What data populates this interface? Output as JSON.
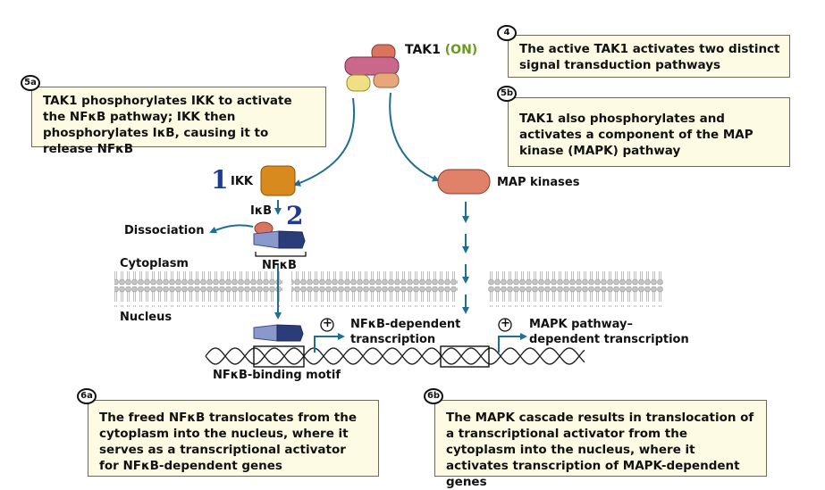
{
  "tak1": {
    "name": "TAK1",
    "state": "(ON)"
  },
  "step_4": {
    "badge": "4",
    "text": "The active TAK1 activates two distinct signal transduction pathways"
  },
  "step_5a": {
    "badge": "5a",
    "text": "TAK1 phosphorylates IKK to activate the NFκB pathway; IKK then phosphorylates IκB, causing it to release NFκB"
  },
  "step_5b": {
    "badge": "5b",
    "text": "TAK1 also phosphorylates and activates a component of the MAP kinase (MAPK) pathway"
  },
  "step_6a": {
    "badge": "6a",
    "text": "The freed NFκB translocates from the cytoplasm into the nucleus, where it serves as a transcriptional activator for NFκB-dependent genes"
  },
  "step_6b": {
    "badge": "6b",
    "text": "The MAPK cascade results in translocation of a transcriptional activator from the cytoplasm into the nucleus, where it activates transcription of MAPK-dependent genes"
  },
  "labels": {
    "ikk": "IKK",
    "ikb": "IκB",
    "nfkb": "NFκB",
    "map_kinases": "MAP kinases",
    "dissociation": "Dissociation",
    "cytoplasm": "Cytoplasm",
    "nucleus": "Nucleus",
    "nfkb_transcription_1": "NFκB-dependent",
    "nfkb_transcription_2": "transcription",
    "mapk_transcription_1": "MAPK pathway–",
    "mapk_transcription_2": "dependent transcription",
    "binding_motif": "NFκB-binding motif",
    "plus": "+",
    "num_1": "1",
    "num_2": "2"
  },
  "colors": {
    "box_fill": "#fdfbe3",
    "arrow_blue": "#1f6f93",
    "ikk_orange": "#d98a1e",
    "map_kinase": "#e0826a",
    "nfkb_blue": "#3c4c8c",
    "membrane_gray": "#b9b9b9",
    "on_green": "#6a9a1a"
  }
}
